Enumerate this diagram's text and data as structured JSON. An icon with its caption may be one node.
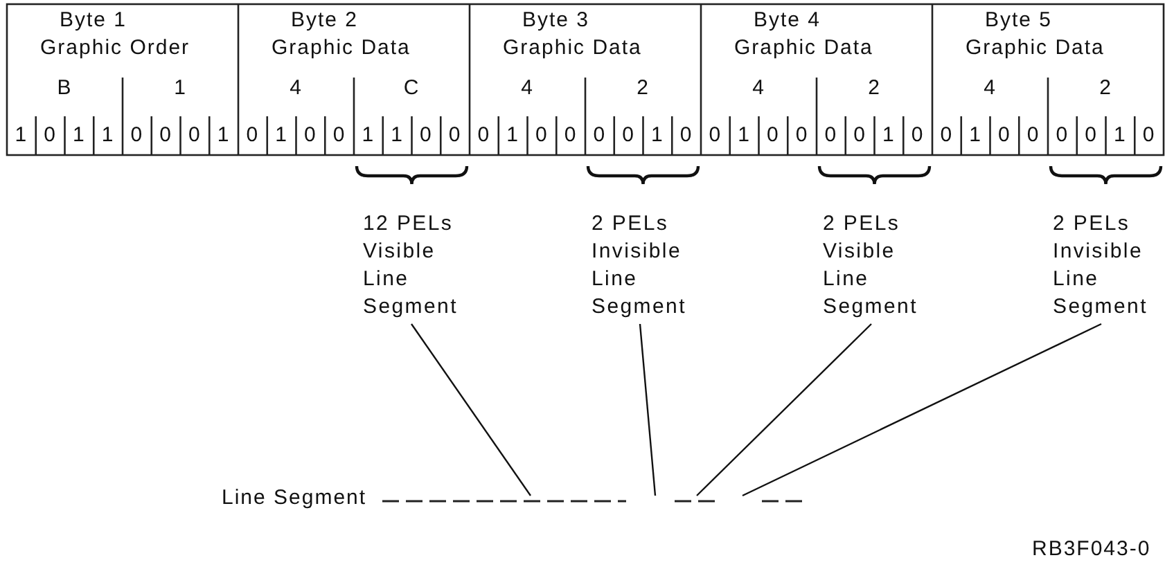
{
  "diagram": {
    "nodes": [
      {
        "text": [
          "12 PELs Visible Line Segment"
        ]
      },
      {
        "text": [
          "2 PELs Invisible Line Segment"
        ]
      },
      {
        "text": [
          "2 PELs Visible Line Segment"
        ]
      },
      {
        "text": [
          "2 PELs Invisible Line Segment"
        ]
      },
      {
        "text": [],
        "shape": "line"
      },
      {
        "text": [],
        "shape": "line"
      },
      {
        "text": [],
        "shape": "line"
      }
    ],
    "edges": [
      {
        "from": 0,
        "to": 4,
        "arrow": "none"
      },
      {
        "from": 1,
        "to": null,
        "arrow": "none"
      },
      {
        "from": 2,
        "to": 5,
        "arrow": "none"
      },
      {
        "from": 3,
        "to": null,
        "arrow": "none"
      }
    ],
    "labels": [
      "Byte 1",
      "Graphic Order",
      "Byte 2",
      "Graphic Data",
      "Byte 3",
      "Graphic Data",
      "Byte 4",
      "Graphic Data",
      "Byte 5",
      "Graphic Data",
      "B",
      "1",
      "4",
      "C",
      "4",
      "2",
      "4",
      "2",
      "4",
      "2",
      "1",
      "0",
      "1",
      "1",
      "0",
      "0",
      "0",
      "1",
      "0",
      "1",
      "0",
      "0",
      "1",
      "1",
      "0",
      "0",
      "0",
      "1",
      "0",
      "0",
      "0",
      "0",
      "1",
      "0",
      "0",
      "1",
      "0",
      "0",
      "0",
      "0",
      "1",
      "0",
      "0",
      "1",
      "0",
      "0",
      "0",
      "0",
      "1",
      "0",
      "Line Segment",
      "RB3F043-0"
    ]
  }
}
